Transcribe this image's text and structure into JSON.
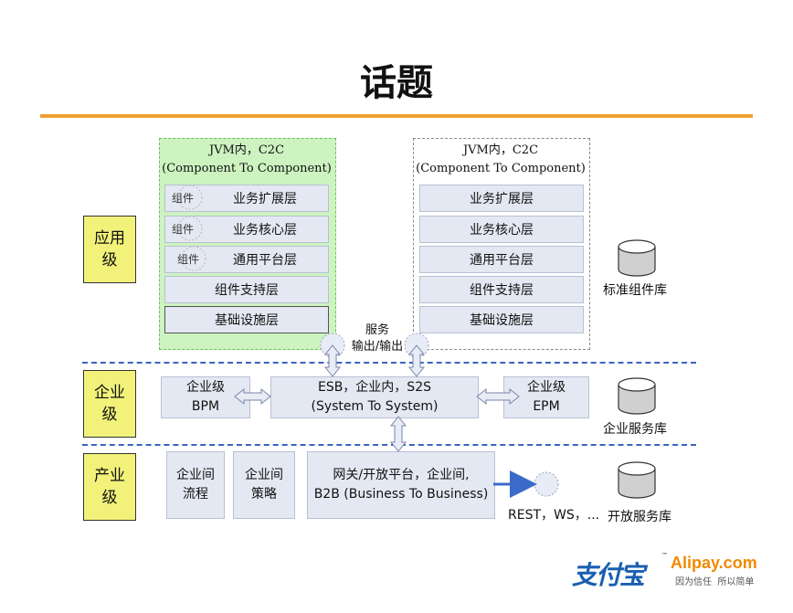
{
  "title": "话题",
  "levels": {
    "app": "应用\n级",
    "enterprise": "企业\n级",
    "industry": "产业\n级"
  },
  "left_panel": {
    "line1": "JVM内，C2C",
    "line2": "(Component To Component)",
    "layers": [
      "业务扩展层",
      "业务核心层",
      "通用平台层",
      "组件支持层",
      "基础设施层"
    ],
    "tag": "组件"
  },
  "right_panel": {
    "line1": "JVM内，C2C",
    "line2": "(Component To Component)",
    "layers": [
      "业务扩展层",
      "业务核心层",
      "通用平台层",
      "组件支持层",
      "基础设施层"
    ]
  },
  "service_io": "服务\n输出/输出",
  "enterprise": {
    "bpm": "企业级\nBPM",
    "esb": "ESB，企业内，S2S\n(System To System)",
    "epm": "企业级\nEPM"
  },
  "industry": {
    "flow": "企业间\n流程",
    "strategy": "企业间\n策略",
    "gateway": "网关/开放平台，企业间,\nB2B (Business To Business)",
    "rest": "REST，WS，..."
  },
  "libs": {
    "standard": "标准组件库",
    "enterprise": "企业服务库",
    "open": "开放服务库"
  },
  "logo": {
    "cn": "支付宝",
    "en": "Alipay.com",
    "slogan": "因为信任  所以简单",
    "tm": "™"
  },
  "colors": {
    "accent_rule": "#f0a030",
    "dash": "#3a63c0",
    "level_fill": "#f2f27a",
    "green_panel": "#cdf3c0",
    "logo_blue": "#1a5fb0",
    "logo_orange": "#f08a00"
  }
}
